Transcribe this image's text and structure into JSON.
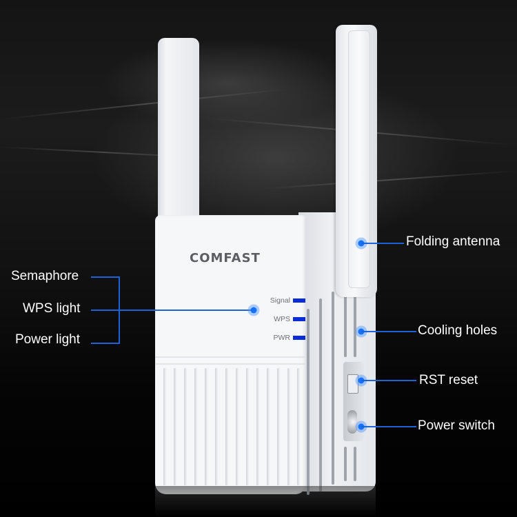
{
  "product": {
    "brand_logo": "COMFAST",
    "type": "Wi-Fi range extender (white, dual folding antennas)",
    "indicator_leds": [
      {
        "label": "Signal",
        "color": "#0a2bd8"
      },
      {
        "label": "WPS",
        "color": "#0a2bd8"
      },
      {
        "label": "PWR",
        "color": "#0a2bd8"
      }
    ]
  },
  "callouts": {
    "left": [
      {
        "label": "Semaphore"
      },
      {
        "label": "WPS light"
      },
      {
        "label": "Power light"
      }
    ],
    "right": [
      {
        "label": "Folding antenna"
      },
      {
        "label": "Cooling holes"
      },
      {
        "label": "RST reset"
      },
      {
        "label": "Power switch"
      }
    ]
  },
  "colors": {
    "background": "#000000",
    "callout_line": "#1b63d6",
    "callout_dot": "#1671ff",
    "label_text": "#ffffff",
    "device_body": "#f6f7f9",
    "logo_text": "#5b5e62"
  }
}
